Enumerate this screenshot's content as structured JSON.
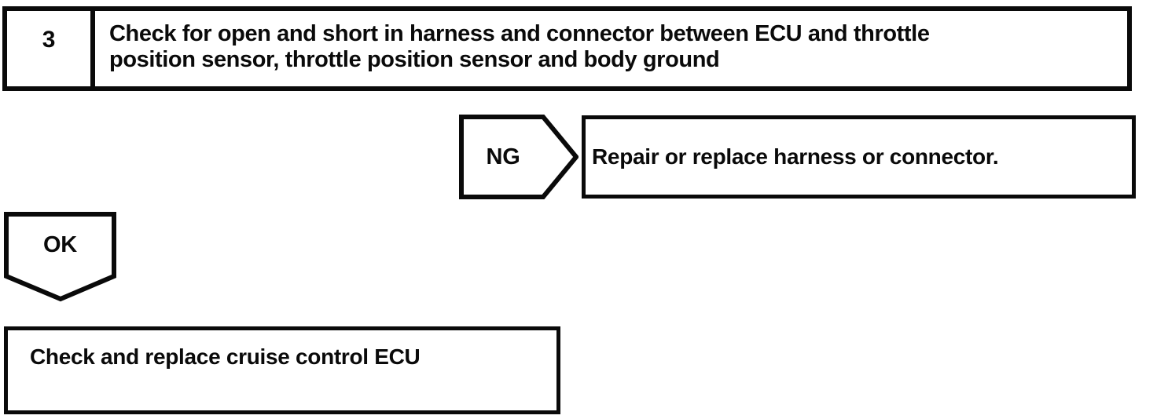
{
  "flowchart": {
    "step": {
      "number": "3",
      "description_line1": "Check for open and short in harness and connector between ECU and throttle",
      "description_line2": "position sensor, throttle position sensor and body ground"
    },
    "ng_branch": {
      "label": "NG",
      "action": "Repair or replace harness or connector."
    },
    "ok_branch": {
      "label": "OK",
      "action": "Check and replace cruise control ECU"
    },
    "colors": {
      "line": "#0a0a0a",
      "background": "#ffffff"
    }
  }
}
